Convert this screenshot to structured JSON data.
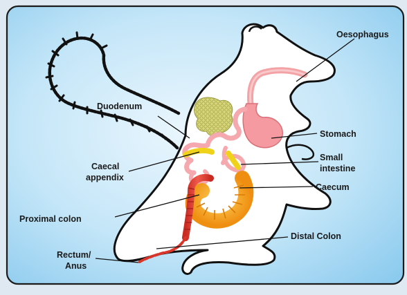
{
  "labels": {
    "oesophagus": "Oesophagus",
    "duodenum": "Duodenum",
    "stomach": "Stomach",
    "small_intestine_line1": "Small",
    "small_intestine_line2": "intestine",
    "caecal_appendix_line1": "Caecal",
    "caecal_appendix_line2": "appendix",
    "caecum": "Caecum",
    "proximal_colon": "Proximal colon",
    "distal_colon": "Distal Colon",
    "rectum_anus_line1": "Rectum/",
    "rectum_anus_line2": "Anus"
  },
  "colors": {
    "panel_outer": "#cfe0ee",
    "panel_inner": "#a9d8f2",
    "panel_glow": "#eaf6fd",
    "body_fill": "#ffffff",
    "outline": "#111111",
    "oesophagus": "#f3a3a6",
    "stomach": "#f49aa0",
    "duodenum": "#f7b9bd",
    "pancreas": "#d6d57a",
    "small_intestine": "#f5a8ad",
    "caecal_appendix": "#f1d21b",
    "caecum": "#f5a623",
    "proximal_colon": "#e8493f",
    "distal_colon": "#d9362b"
  }
}
